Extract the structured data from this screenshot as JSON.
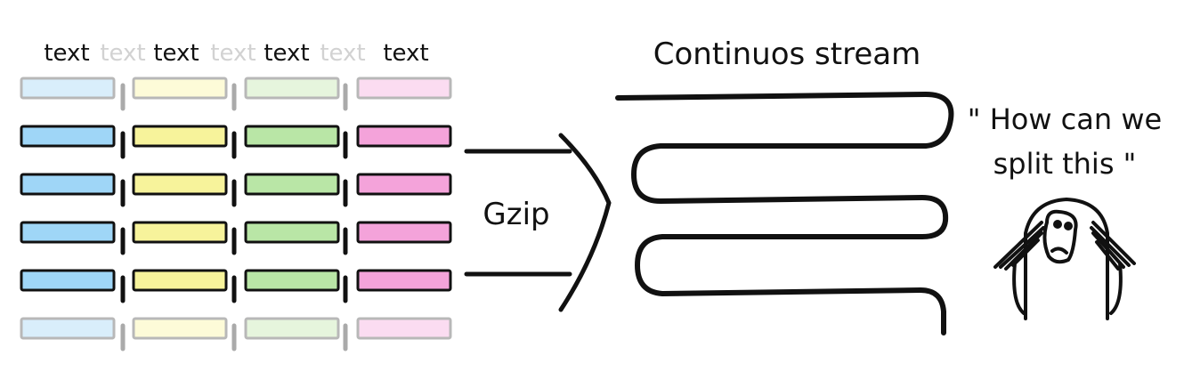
{
  "headers": [
    {
      "label": "text",
      "style": "bold"
    },
    {
      "label": "text",
      "style": "faded"
    },
    {
      "label": "text",
      "style": "bold"
    },
    {
      "label": "text",
      "style": "faded"
    },
    {
      "label": "text",
      "style": "bold"
    },
    {
      "label": "text",
      "style": "faded"
    },
    {
      "label": "text",
      "style": "bold"
    }
  ],
  "columns": [
    {
      "color": "#9fd6f7",
      "faded": "#d9eefb"
    },
    {
      "color": "#f7f39b",
      "faded": "#fdfbd8"
    },
    {
      "color": "#b9e6a6",
      "faded": "#e6f5dd"
    },
    {
      "color": "#f4a3da",
      "faded": "#fbdcf1"
    }
  ],
  "rows": [
    "faded",
    "bold",
    "bold",
    "bold",
    "bold",
    "faded"
  ],
  "arrow_label": "Gzip",
  "stream_title": "Continuos stream",
  "quote_line1": "\" How can we",
  "quote_line2": "split this \""
}
